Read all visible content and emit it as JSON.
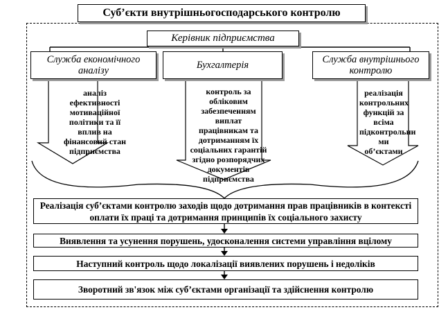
{
  "title": "Суб’єкти внутрішньогосподарського контролю",
  "head": "Керівник підприємства",
  "services": [
    {
      "name": "Служба економічного аналізу",
      "desc": "аналіз ефективності мотиваційної політики та її вплив на фінансовий стан підприємства"
    },
    {
      "name": "Бухгалтерія",
      "desc": "контроль за обліковим забезпеченням виплат працівникам та дотриманням їх соціальних гарантій згідно розпорядчих документів підприємства"
    },
    {
      "name": "Служба внутрішнього контролю",
      "desc": "реалізація контрольних функцій за всіма підконтрольни ми об’єктами"
    }
  ],
  "results": [
    "Реалізація суб’єктами контролю заходів щодо дотримання прав працівників в контексті оплати їх праці та дотримання принципів їх соціального захисту",
    "Виявлення та усунення порушень, удосконалення системи управління вцілому",
    "Наступний контроль щодо локалізації виявлених порушень і недоліків",
    "Зворотний зв'язок між суб’єктами організації та здійснення контролю"
  ]
}
